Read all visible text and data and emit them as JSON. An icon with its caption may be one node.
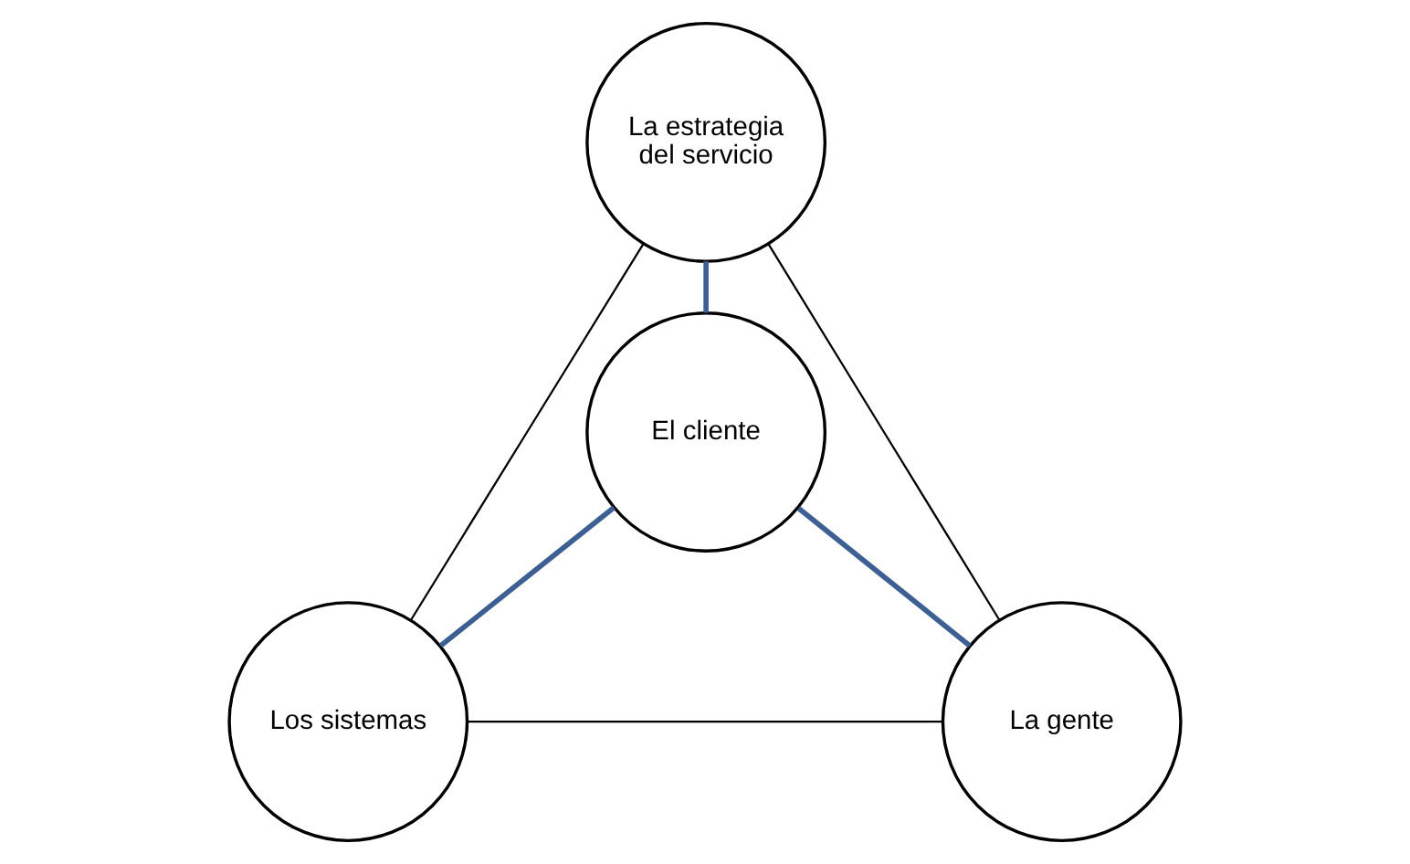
{
  "diagram": {
    "nodes": [
      {
        "text": [
          "La estrategia del servicio"
        ]
      },
      {
        "text": [
          "El cliente"
        ]
      },
      {
        "text": [
          "Los sistemas"
        ]
      },
      {
        "text": [
          "La gente"
        ]
      }
    ],
    "edges": [
      {
        "from": 0,
        "to": 1,
        "arrow": "none",
        "style": "thick",
        "color": "#3c5f96"
      },
      {
        "from": 1,
        "to": 2,
        "arrow": "none",
        "style": "thick",
        "color": "#3c5f96"
      },
      {
        "from": 1,
        "to": 3,
        "arrow": "none",
        "style": "thick",
        "color": "#3c5f96"
      },
      {
        "from": 0,
        "to": 2,
        "arrow": "none",
        "color": "#000000"
      },
      {
        "from": 0,
        "to": 3,
        "arrow": "none",
        "color": "#000000"
      },
      {
        "from": 2,
        "to": 3,
        "arrow": "none",
        "color": "#000000"
      }
    ]
  }
}
